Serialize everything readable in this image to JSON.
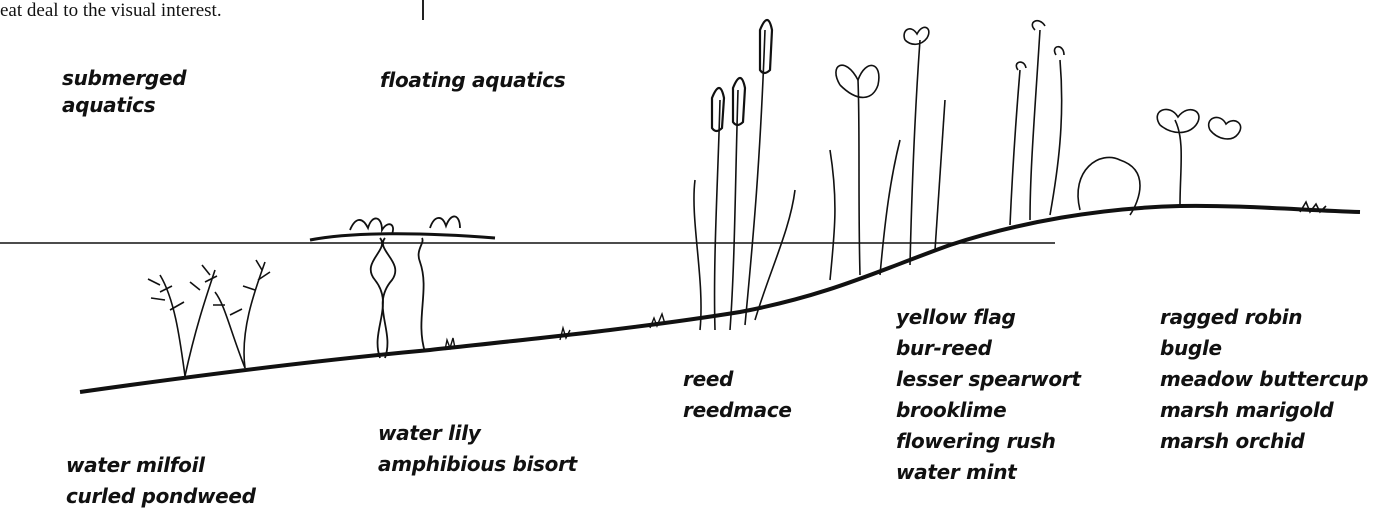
{
  "header_text": "eat deal to the visual interest.",
  "zones": {
    "submerged": [
      "submerged",
      "aquatics"
    ],
    "floating": "floating aquatics"
  },
  "species": {
    "submerged_col": [
      "water milfoil",
      "curled pondweed"
    ],
    "floating_col": [
      "water lily",
      "amphibious bisort"
    ],
    "reed_col": [
      "reed",
      "reedmace"
    ],
    "marginal_col": [
      "yellow flag",
      "bur-reed",
      "lesser spearwort",
      "brooklime",
      "flowering rush",
      "water mint"
    ],
    "marsh_col": [
      "ragged robin",
      "bugle",
      "meadow buttercup",
      "marsh marigold",
      "marsh orchid"
    ]
  },
  "colors": {
    "ink": "#111111",
    "ghost_text": "#c9c9c9"
  }
}
